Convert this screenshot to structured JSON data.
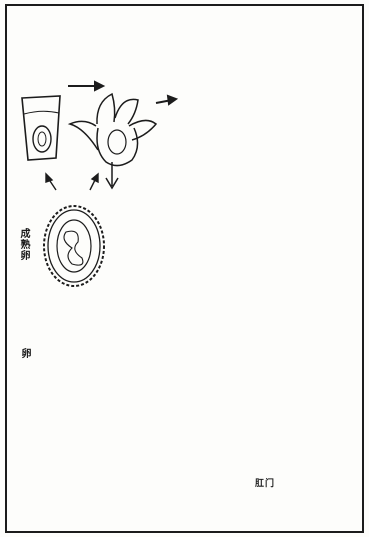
{
  "labels": {
    "egg_stage_upper": "成熟卵",
    "egg_stage_lower": "卵",
    "anus_note": "肛门"
  },
  "colors": {
    "ink": "#1c1c1c",
    "paper": "#fdfdfb",
    "hair": "#2a2a2a",
    "organ_shade": "#6a6a6a"
  },
  "icons": [
    "arrow-icon",
    "water-glass-icon",
    "vegetable-icon",
    "egg-icon",
    "human-body-icon"
  ]
}
